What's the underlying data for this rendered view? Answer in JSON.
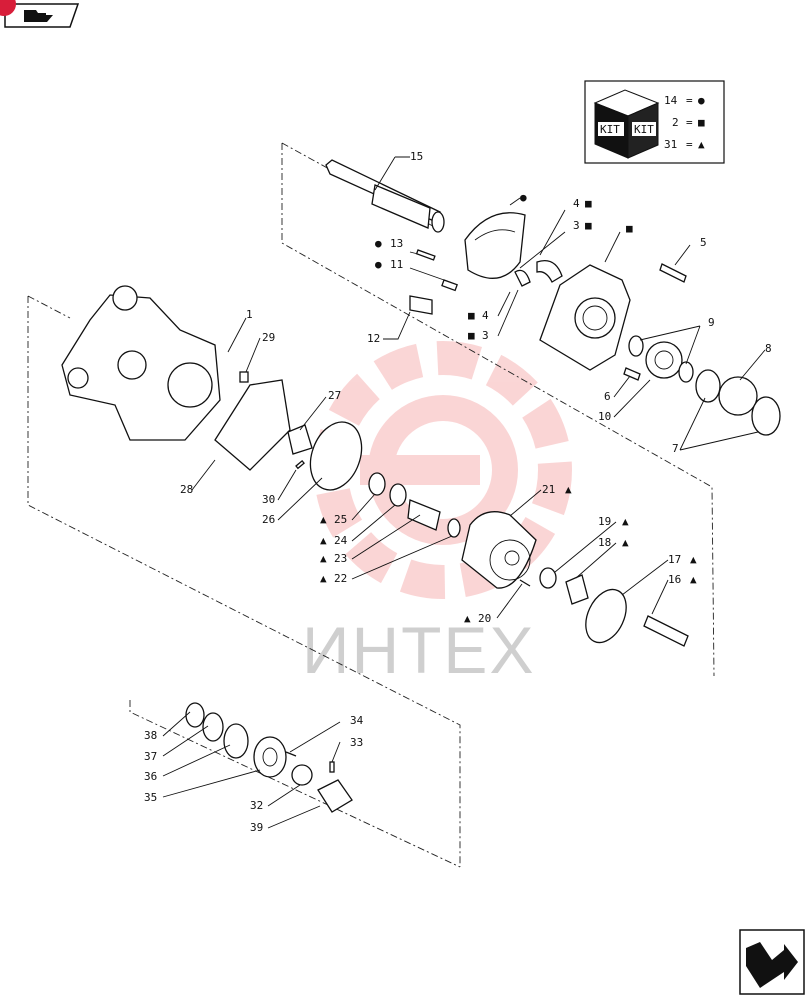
{
  "watermark": {
    "text": "ИНТЕХ",
    "color": "#f28a8a"
  },
  "nav": {
    "top_icon": "folder-arrow-icon",
    "corner_badge_color": "#d81e3a",
    "bottom_icon": "next-page-arrow-icon"
  },
  "legend": {
    "kit_labels": [
      "KIT",
      "KIT"
    ],
    "rows": [
      {
        "ref": "14",
        "symbol": "●",
        "symbol_name": "circle"
      },
      {
        "ref": "2",
        "symbol": "■",
        "symbol_name": "square"
      },
      {
        "ref": "31",
        "symbol": "▲",
        "symbol_name": "triangle"
      }
    ],
    "equals": "="
  },
  "callouts": [
    {
      "id": "c15",
      "ref": "15",
      "symbol": ""
    },
    {
      "id": "cdot",
      "ref": "",
      "symbol": "●"
    },
    {
      "id": "c4a",
      "ref": "4",
      "symbol": "■"
    },
    {
      "id": "c3a",
      "ref": "3",
      "symbol": "■"
    },
    {
      "id": "csq",
      "ref": "",
      "symbol": "■"
    },
    {
      "id": "c5",
      "ref": "5",
      "symbol": ""
    },
    {
      "id": "c13",
      "ref": "13",
      "symbol": "●"
    },
    {
      "id": "c11",
      "ref": "11",
      "symbol": "●"
    },
    {
      "id": "c4b",
      "ref": "4",
      "symbol": "■"
    },
    {
      "id": "c3b",
      "ref": "3",
      "symbol": "■"
    },
    {
      "id": "c12",
      "ref": "12",
      "symbol": ""
    },
    {
      "id": "c1",
      "ref": "1",
      "symbol": ""
    },
    {
      "id": "c29",
      "ref": "29",
      "symbol": ""
    },
    {
      "id": "c9",
      "ref": "9",
      "symbol": ""
    },
    {
      "id": "c8",
      "ref": "8",
      "symbol": ""
    },
    {
      "id": "c6",
      "ref": "6",
      "symbol": ""
    },
    {
      "id": "c10",
      "ref": "10",
      "symbol": ""
    },
    {
      "id": "c7",
      "ref": "7",
      "symbol": ""
    },
    {
      "id": "c27",
      "ref": "27",
      "symbol": ""
    },
    {
      "id": "c28",
      "ref": "28",
      "symbol": ""
    },
    {
      "id": "c30",
      "ref": "30",
      "symbol": ""
    },
    {
      "id": "c26",
      "ref": "26",
      "symbol": ""
    },
    {
      "id": "c21",
      "ref": "21",
      "symbol": "▲"
    },
    {
      "id": "c25",
      "ref": "25",
      "symbol": "▲"
    },
    {
      "id": "c24",
      "ref": "24",
      "symbol": "▲"
    },
    {
      "id": "c23",
      "ref": "23",
      "symbol": "▲"
    },
    {
      "id": "c22",
      "ref": "22",
      "symbol": "▲"
    },
    {
      "id": "c19",
      "ref": "19",
      "symbol": "▲"
    },
    {
      "id": "c18",
      "ref": "18",
      "symbol": "▲"
    },
    {
      "id": "c17",
      "ref": "17",
      "symbol": "▲"
    },
    {
      "id": "c16",
      "ref": "16",
      "symbol": "▲"
    },
    {
      "id": "c20",
      "ref": "20",
      "symbol": "▲"
    },
    {
      "id": "c34",
      "ref": "34",
      "symbol": ""
    },
    {
      "id": "c33",
      "ref": "33",
      "symbol": ""
    },
    {
      "id": "c38",
      "ref": "38",
      "symbol": ""
    },
    {
      "id": "c37",
      "ref": "37",
      "symbol": ""
    },
    {
      "id": "c36",
      "ref": "36",
      "symbol": ""
    },
    {
      "id": "c35",
      "ref": "35",
      "symbol": ""
    },
    {
      "id": "c32",
      "ref": "32",
      "symbol": ""
    },
    {
      "id": "c39",
      "ref": "39",
      "symbol": ""
    }
  ]
}
